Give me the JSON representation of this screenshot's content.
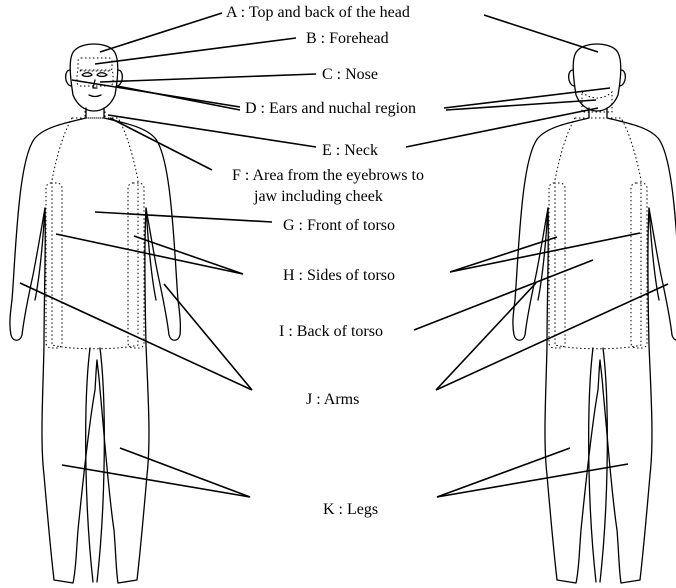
{
  "labels": {
    "A": "A : Top and back of  the head",
    "B": "B : Forehead",
    "C": "C : Nose",
    "D": "D : Ears and nuchal region",
    "E": "E : Neck",
    "F_line1": "F : Area from the eyebrows to",
    "F_line2": "jaw including cheek",
    "G": "G : Front of torso",
    "H": "H : Sides of torso",
    "I": "I : Back of torso",
    "J": "J : Arms",
    "K": "K : Legs"
  }
}
